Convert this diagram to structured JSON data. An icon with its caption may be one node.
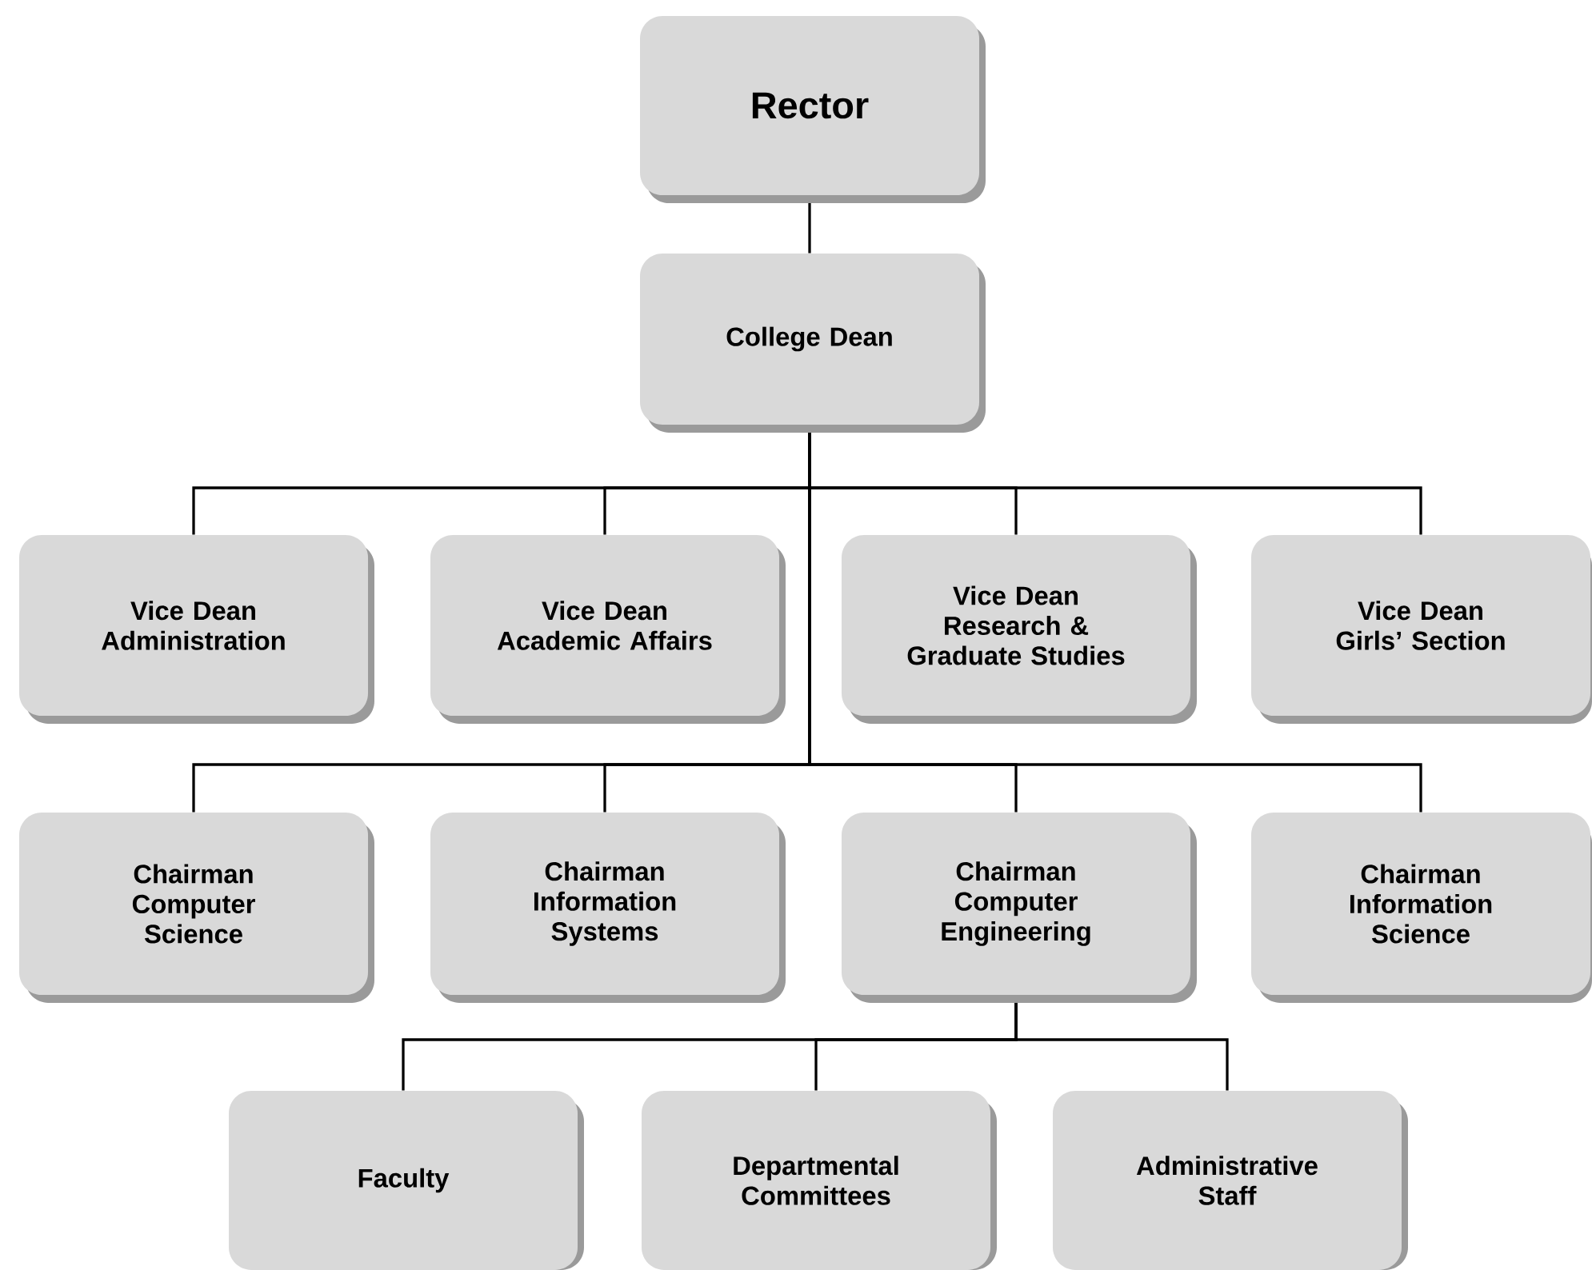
{
  "diagram": {
    "nodes": [
      {
        "text": [
          "Rector"
        ]
      },
      {
        "text": [
          "College Dean"
        ]
      },
      {
        "text": [
          "Vice Dean Administration"
        ]
      },
      {
        "text": [
          "Vice Dean Academic Affairs"
        ]
      },
      {
        "text": [
          "Vice Dean Research & Graduate Studies"
        ]
      },
      {
        "text": [
          "Vice Dean Girls’ Section"
        ]
      },
      {
        "text": [
          "Chairman Computer Science"
        ]
      },
      {
        "text": [
          "Chairman Information Systems"
        ]
      },
      {
        "text": [
          "Chairman Computer Engineering"
        ]
      },
      {
        "text": [
          "Chairman Information Science"
        ]
      },
      {
        "text": [
          "Faculty"
        ]
      },
      {
        "text": [
          "Departmental Committees"
        ]
      },
      {
        "text": [
          "Administrative Staff"
        ]
      }
    ],
    "edges": [
      {
        "from": 0,
        "to": 1,
        "arrow": "none"
      },
      {
        "from": 1,
        "to": 2,
        "arrow": "none"
      },
      {
        "from": 1,
        "to": 3,
        "arrow": "none"
      },
      {
        "from": 1,
        "to": 4,
        "arrow": "none"
      },
      {
        "from": 1,
        "to": 5,
        "arrow": "none"
      },
      {
        "from": 1,
        "to": 6,
        "arrow": "none"
      },
      {
        "from": 1,
        "to": 7,
        "arrow": "none"
      },
      {
        "from": 1,
        "to": 8,
        "arrow": "none"
      },
      {
        "from": 1,
        "to": 9,
        "arrow": "none"
      },
      {
        "from": 8,
        "to": 10,
        "arrow": "none"
      },
      {
        "from": 8,
        "to": 11,
        "arrow": "none"
      },
      {
        "from": 8,
        "to": 12,
        "arrow": "none"
      }
    ]
  }
}
